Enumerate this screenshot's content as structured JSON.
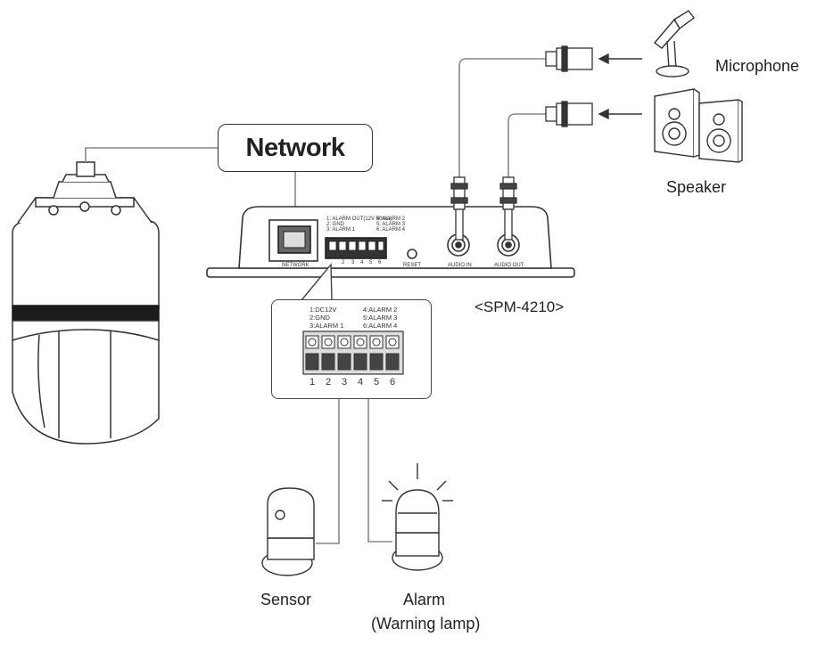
{
  "network": {
    "label": "Network"
  },
  "device": {
    "model": "<SPM-4210>",
    "ports": {
      "network": "NETWORK",
      "reset": "RESET",
      "audio_in": "AUDIO IN",
      "audio_out": "AUDIO OUT"
    },
    "terminal_legend": {
      "left": [
        "1: ALARM OUT(12V 50mA)",
        "2: GND",
        "3: ALARM 1"
      ],
      "right": [
        "4: ALARM 2",
        "5: ALARM 3",
        "6: ALARM 4"
      ]
    },
    "terminal_pins": [
      "2",
      "3",
      "4",
      "5",
      "6"
    ]
  },
  "callout": {
    "legend_left": [
      "1:DC12V",
      "2:GND",
      "3:ALARM 1"
    ],
    "legend_right": [
      "4:ALARM 2",
      "5:ALARM 3",
      "6:ALARM 4"
    ],
    "pins": [
      "1",
      "2",
      "3",
      "4",
      "5",
      "6"
    ]
  },
  "peripherals": {
    "microphone": "Microphone",
    "speaker": "Speaker",
    "sensor": "Sensor",
    "alarm": "Alarm",
    "alarm_sub": "(Warning lamp)"
  }
}
